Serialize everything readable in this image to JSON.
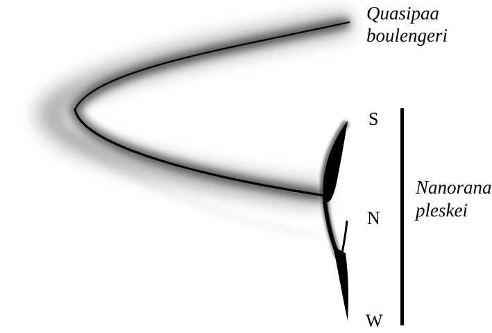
{
  "taxa": {
    "outgroup": {
      "line1": "Quasipaa",
      "line2": "boulengeri"
    },
    "ingroup": {
      "line1": "Nanorana",
      "line2": "pleskei"
    }
  },
  "populations": [
    {
      "label": "S"
    },
    {
      "label": "N"
    },
    {
      "label": "W"
    }
  ],
  "colors": {
    "branch": "#000000",
    "background": "#ffffff"
  }
}
